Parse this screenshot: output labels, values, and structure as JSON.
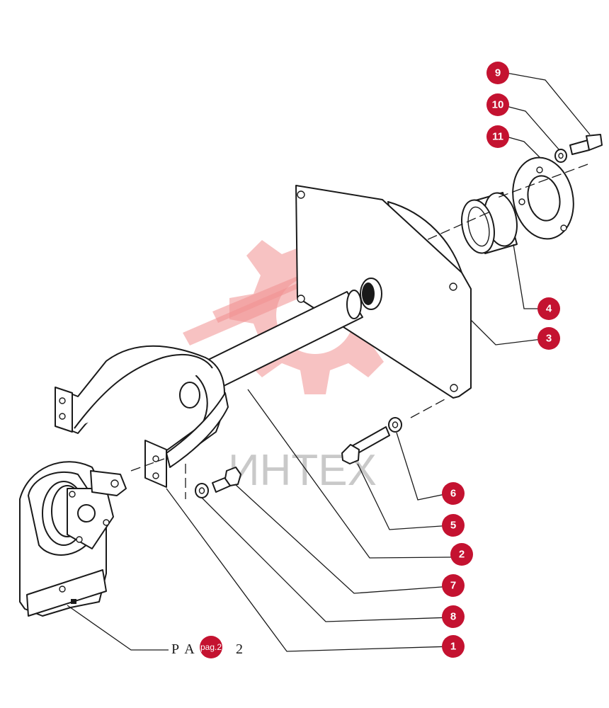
{
  "diagram": {
    "callouts": [
      {
        "id": "9",
        "label": "9"
      },
      {
        "id": "10",
        "label": "10"
      },
      {
        "id": "11",
        "label": "11"
      },
      {
        "id": "4",
        "label": "4"
      },
      {
        "id": "3",
        "label": "3"
      },
      {
        "id": "6",
        "label": "6"
      },
      {
        "id": "5",
        "label": "5"
      },
      {
        "id": "2",
        "label": "2"
      },
      {
        "id": "7",
        "label": "7"
      },
      {
        "id": "8",
        "label": "8"
      },
      {
        "id": "1",
        "label": "1"
      }
    ],
    "page_reference": {
      "text_before": "P A",
      "badge": "pag.2",
      "text_after": "2"
    },
    "watermark": {
      "text": "ИНТЕХ"
    },
    "colors": {
      "callout": "#c41230",
      "line": "#1a1a1a",
      "watermark": "#f08f8f"
    }
  }
}
